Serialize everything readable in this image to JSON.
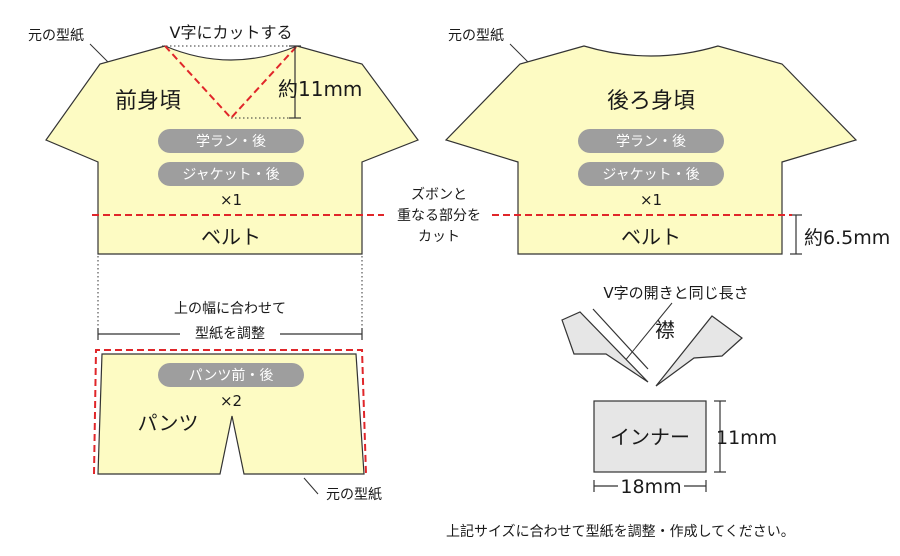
{
  "front": {
    "orig_label": "元の型紙",
    "v_cut_label": "V字にカットする",
    "depth_label": "約11mm",
    "title": "前身頃",
    "pill1": "学ラン・後",
    "pill2": "ジャケット・後",
    "qty": "×1",
    "belt": "ベルト"
  },
  "back": {
    "orig_label": "元の型紙",
    "title": "後ろ身頃",
    "pill1": "学ラン・後",
    "pill2": "ジャケット・後",
    "qty": "×1",
    "belt": "ベルト",
    "belt_height": "約6.5mm"
  },
  "overlap_note": [
    "ズボンと",
    "重なる部分を",
    "カット"
  ],
  "pants": {
    "width_note": [
      "上の幅に合わせて",
      "型紙を調整"
    ],
    "pill": "パンツ前・後",
    "qty": "×2",
    "title": "パンツ",
    "orig_label": "元の型紙"
  },
  "collar": {
    "length_note": "V字の開きと同じ長さ",
    "title": "襟"
  },
  "inner": {
    "title": "インナー",
    "height": "11mm",
    "width": "18mm"
  },
  "footer_note": "上記サイズに合わせて型紙を調整・作成してください。",
  "colors": {
    "fabric": "#fdfbc3",
    "outline": "#333333",
    "cut_line": "#e0262a",
    "pill": "#9e9e9e",
    "inner_fill": "#e6e6e6"
  }
}
